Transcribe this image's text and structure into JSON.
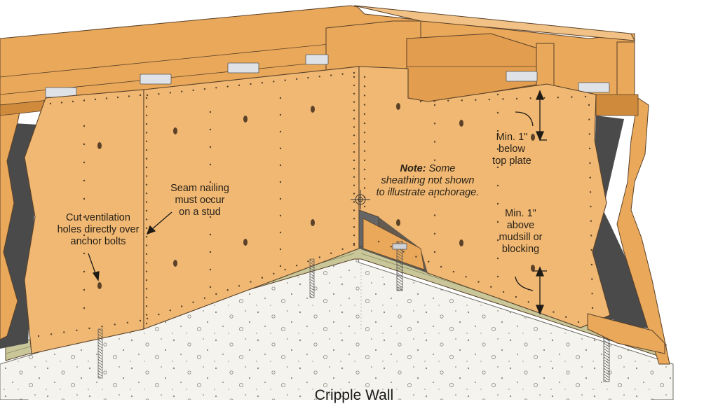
{
  "labels": {
    "vent_holes": [
      "Cut ventilation",
      "holes directly over",
      "anchor bolts"
    ],
    "seam_nailing": [
      "Seam nailing",
      "must occur",
      "on a stud"
    ],
    "note_bold": "Note:",
    "note_rest": [
      "Some",
      "sheathing not shown",
      "to illustrate anchorage."
    ],
    "min_below": [
      "Min. 1\"",
      "below",
      "top plate"
    ],
    "min_above": [
      "Min. 1\"",
      "above",
      "mudsill or",
      "blocking"
    ]
  },
  "title": "Cripple Wall",
  "colors": {
    "sheathing": "#f0b873",
    "lumber": "#e9a85a",
    "lumber_dark": "#cf8a3c",
    "concrete": "#f4f3ee",
    "mudsill": "#c9c79a",
    "shadow": "#4a4a4a",
    "outline": "#5a4128"
  }
}
